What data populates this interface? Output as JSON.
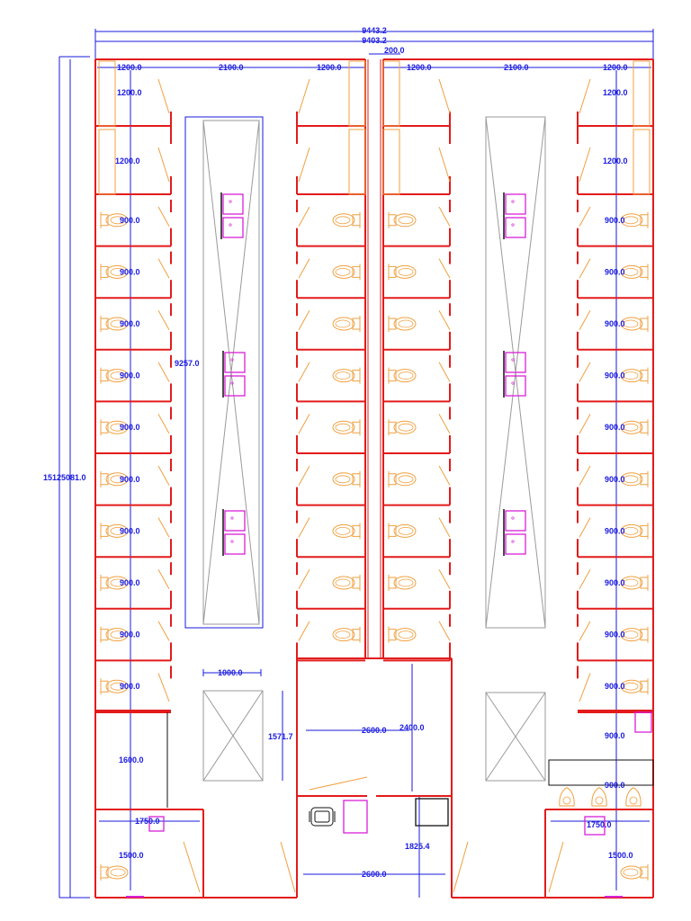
{
  "drawing": {
    "colors": {
      "dimension": "#1a1adf",
      "wall": "#e31b1b",
      "fixture": "#f0a040",
      "sink": "#d81fd8",
      "outline": "#111111",
      "guide": "#9a9a9a"
    }
  },
  "dimensions": {
    "overall_outer": "9443.2",
    "overall_inner": "9403.2",
    "divider": "200.0",
    "left_height": "15125081.0",
    "top_left_a": "1200.0",
    "top_mid_left": "2100.0",
    "top_left_b": "1200.0",
    "top_right_a": "1200.0",
    "top_mid_right": "2100.0",
    "top_right_b": "1200.0",
    "left_shower_1": "1200.0",
    "left_shower_2": "1200.0",
    "right_shower_1": "1200.0",
    "right_shower_2": "1200.0",
    "stall": "900.0",
    "corridor_length": "9257.0",
    "box_width": "1000.0",
    "box_height": "1571.7",
    "service_width": "2600.0",
    "service_height": "2400.0",
    "lower_left_1": "1600.0",
    "lower_left_2": "1750.0",
    "lower_left_3": "1500.0",
    "lower_right_1": "1750.0",
    "lower_right_2": "1500.0",
    "bottom_width": "2600.0",
    "bottom_misc": "1825.4"
  }
}
